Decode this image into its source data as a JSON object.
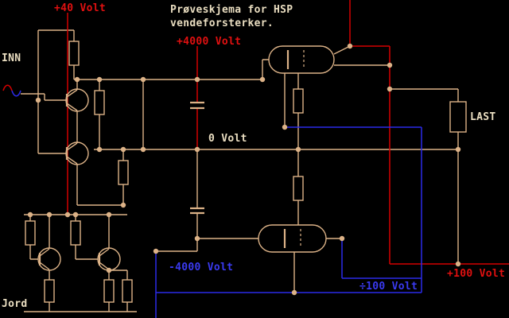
{
  "colors": {
    "background": "#000000",
    "wire": "#DCB287",
    "red": "#D40000",
    "blue": "#2B2BE8",
    "text": "#E9DDC0"
  },
  "labels": {
    "title_line1": "Prøveskjema for HSP",
    "title_line2": "vendeforsterker.",
    "supply_plus40": "+40 Volt",
    "supply_plus4000": "+4000 Volt",
    "zero_volt": "0 Volt",
    "supply_minus4000": "-4000 Volt",
    "supply_plus100": "+100 Volt",
    "divided_100": "÷100 Volt",
    "input": "INN",
    "ground": "Jord",
    "load": "LAST"
  }
}
